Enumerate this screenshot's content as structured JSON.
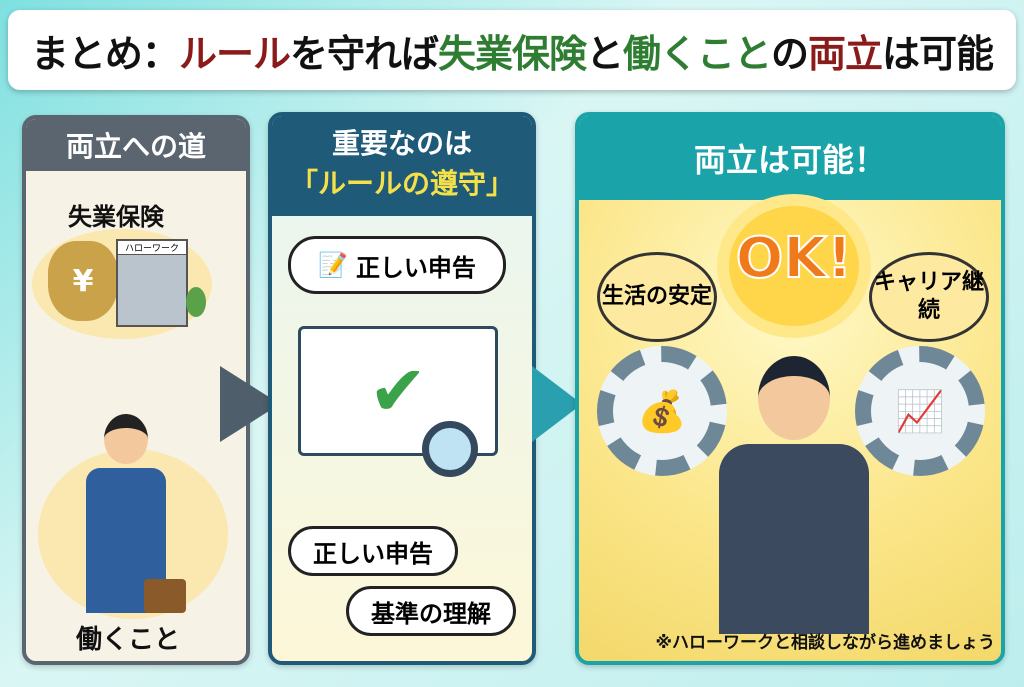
{
  "title": {
    "part1": "まとめ：",
    "part2": "ルール",
    "part3": "を守れば",
    "part4": "失業保険",
    "part5": "と",
    "part6": "働くこと",
    "part7": "の",
    "part8": "両立",
    "part9": "は可能"
  },
  "left_panel": {
    "header": "両立への道",
    "label_top": "失業保険",
    "building_sign": "ハローワーク",
    "label_bottom": "働くこと"
  },
  "middle_panel": {
    "header_line1": "重要なのは",
    "header_line2": "「ルールの遵守」",
    "bubble_top": "正しい申告",
    "bubble_mid": "正しい申告",
    "bubble_bottom": "基準の理解"
  },
  "right_panel": {
    "header": "両立は可能！",
    "ok": "OK!",
    "left_bubble": "生活の安定",
    "right_bubble": "キャリア継続",
    "footnote": "※ハローワークと相談しながら進めましょう"
  },
  "colors": {
    "red": "#8b1a1a",
    "green": "#2e7d32",
    "teal": "#1aa3a8",
    "navy": "#1f5a78"
  }
}
